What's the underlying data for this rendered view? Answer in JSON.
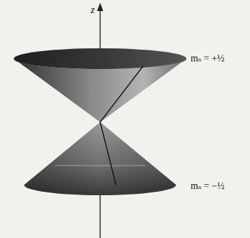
{
  "diagram": {
    "labels": [
      "z",
      "mₛ = +½",
      "mₛ = −½"
    ]
  }
}
